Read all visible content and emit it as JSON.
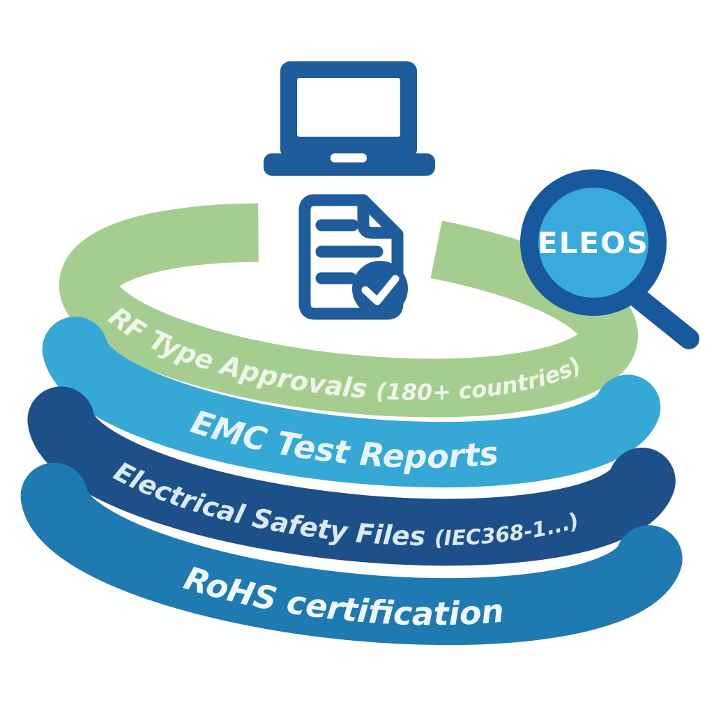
{
  "diagram": {
    "bands": [
      {
        "id": "rf-type-approvals",
        "main": "RF Type Approvals ",
        "paren": "(180+ countries)",
        "color": "#a6cd90",
        "text_color": "#edf6e7"
      },
      {
        "id": "emc-test-reports",
        "label": "EMC Test Reports",
        "color": "#35a8d6",
        "text_color": "#e8f4fc"
      },
      {
        "id": "electrical-safety-files",
        "main": "Electrical Safety Files ",
        "paren": "(IEC368-1...)",
        "color": "#1d5089",
        "text_color": "#d9eaf7"
      },
      {
        "id": "rohs-certification",
        "label": "RoHS certification",
        "color": "#1f7ab2",
        "text_color": "#f0f8fd"
      }
    ],
    "magnifier": {
      "label": "ELEOS",
      "ring_color": "#17599c",
      "lens_color": "#38aadc",
      "label_color": "#ffffff"
    },
    "icons": {
      "laptop": "laptop-icon",
      "document": "document-check-icon",
      "magnifier": "magnifying-glass-icon",
      "color": "#1e5c9b"
    }
  }
}
